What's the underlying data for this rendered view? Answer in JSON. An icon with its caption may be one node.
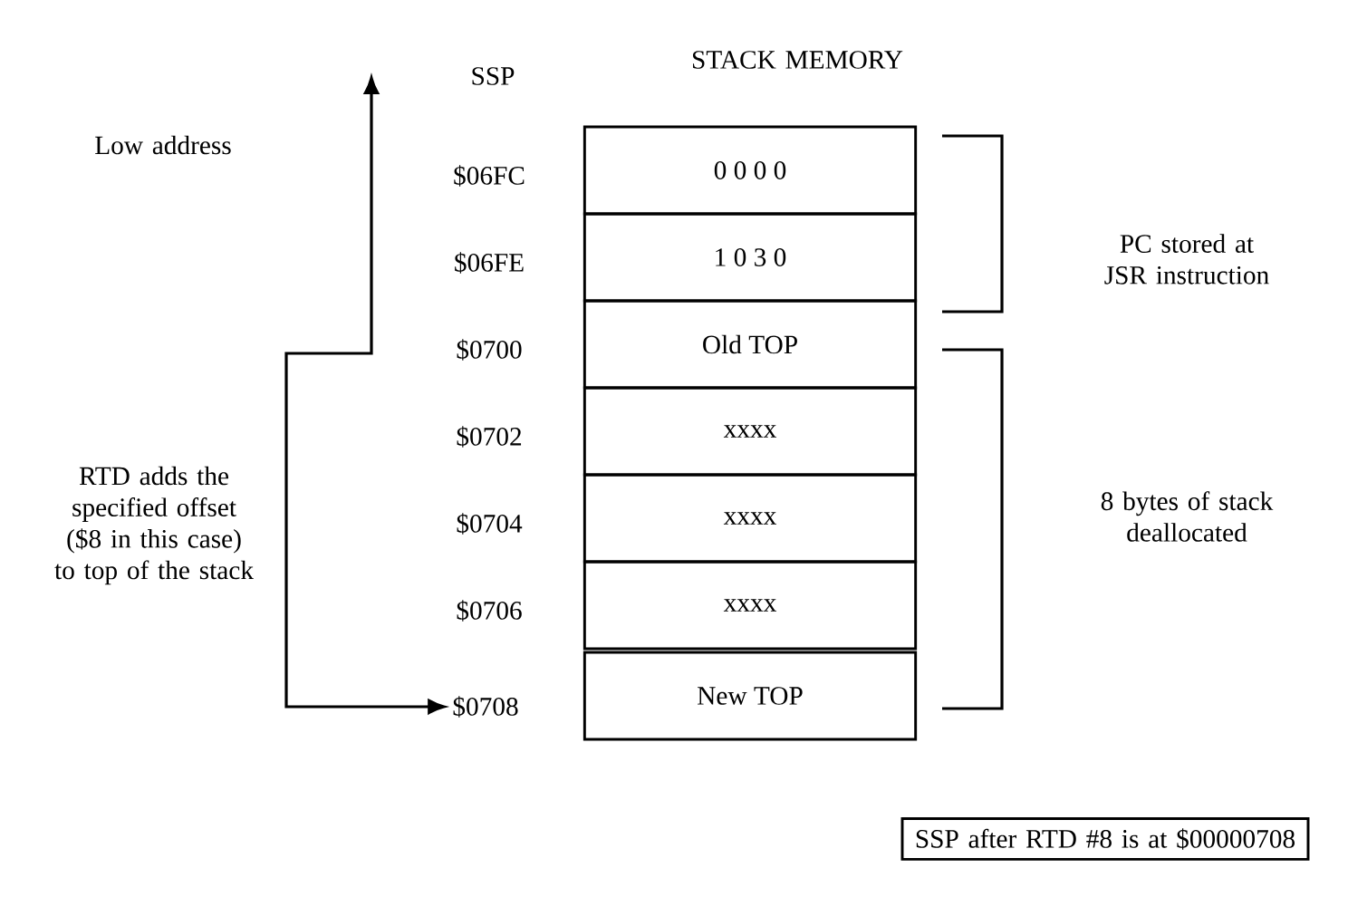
{
  "diagram": {
    "nodes": [
      {
        "text": [
          "0 0 0 0"
        ]
      },
      {
        "text": [
          "1 0 3 0"
        ]
      },
      {
        "text": [
          "Old TOP"
        ]
      },
      {
        "text": [
          "xxxx"
        ]
      },
      {
        "text": [
          "xxxx"
        ]
      },
      {
        "text": [
          "xxxx"
        ]
      },
      {
        "text": [
          "New TOP"
        ]
      },
      {
        "text": [
          "$0708"
        ]
      },
      {
        "text": [
          "SSP after RTD #8 is at $00000708"
        ]
      }
    ],
    "edges": [
      {
        "from": null,
        "to": 7,
        "arrow": "both"
      }
    ],
    "labels": [
      "STACK MEMORY",
      "SSP",
      "Low address",
      "$06FC",
      "$06FE",
      "PC stored at JSR instruction",
      "$0700",
      "RTD adds the specified offset ($8 in this case) to top of the stack",
      "$0702",
      "$0704",
      "8 bytes of stack deallocated",
      "$0706"
    ]
  }
}
